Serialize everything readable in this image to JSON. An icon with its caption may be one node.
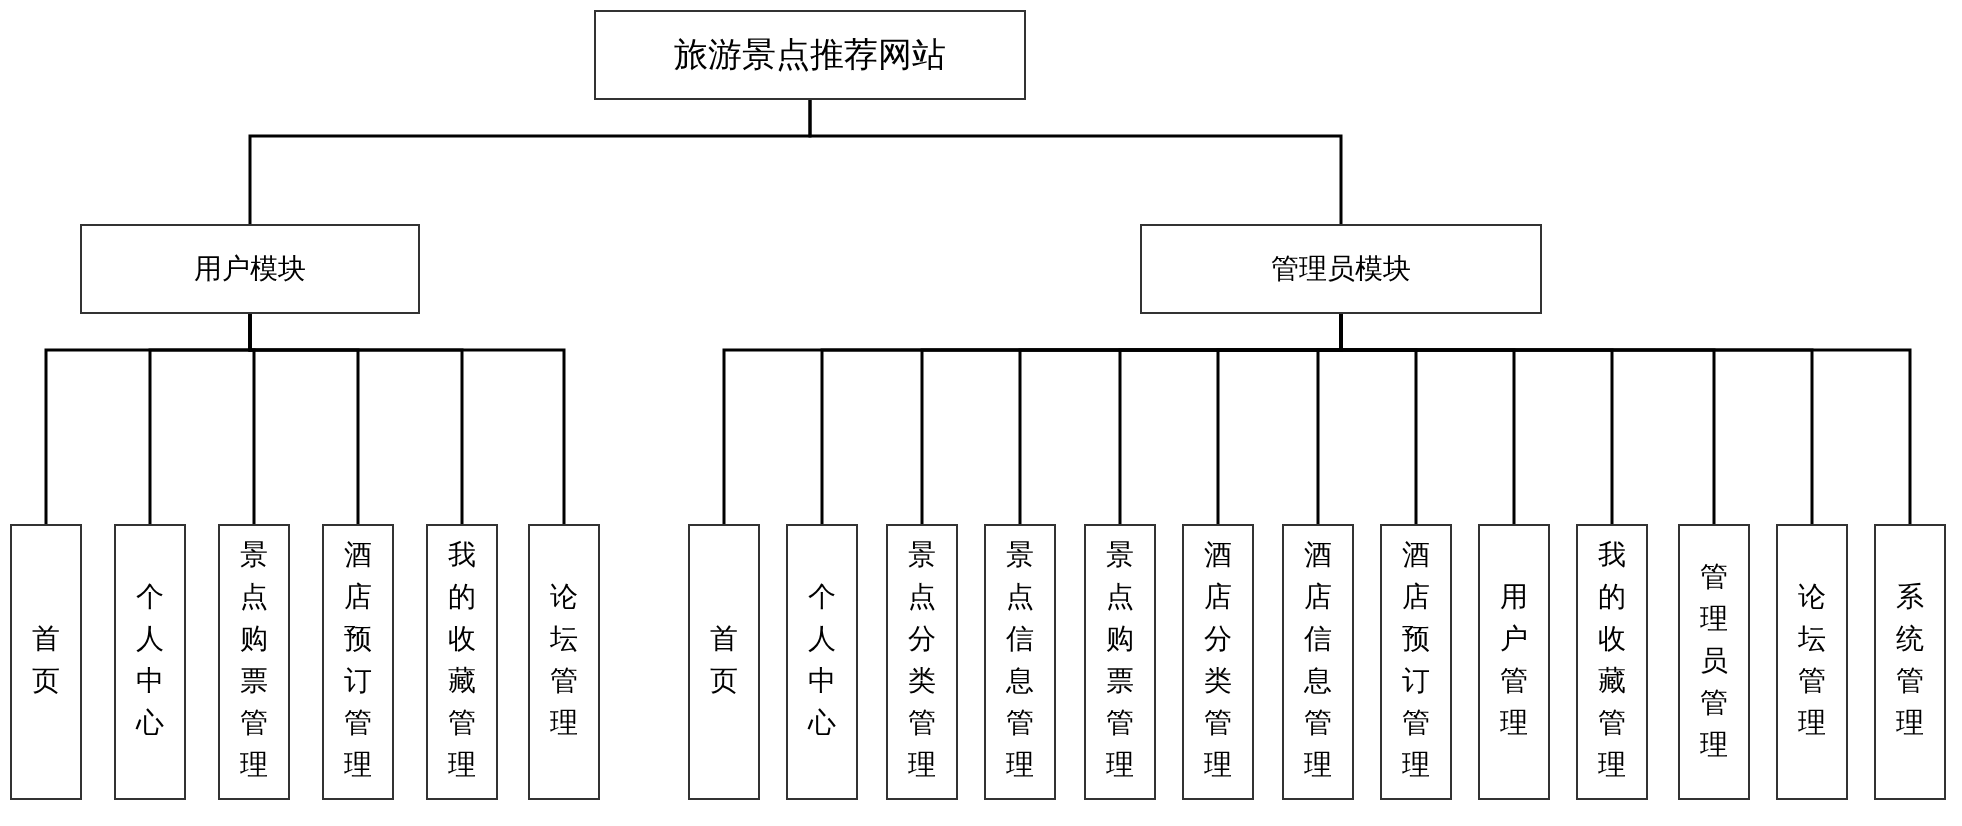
{
  "diagram": {
    "nodes": [
      {
        "text": [
          "旅游景点推荐网站"
        ]
      },
      {
        "text": [
          "用户模块"
        ]
      },
      {
        "text": [
          "管理员模块"
        ]
      },
      {
        "text": [
          "首页"
        ]
      },
      {
        "text": [
          "个人中心"
        ]
      },
      {
        "text": [
          "景点购票管理"
        ]
      },
      {
        "text": [
          "酒店预订管理"
        ]
      },
      {
        "text": [
          "我的收藏管理"
        ]
      },
      {
        "text": [
          "论坛管理"
        ]
      },
      {
        "text": [
          "首页"
        ]
      },
      {
        "text": [
          "个人中心"
        ]
      },
      {
        "text": [
          "景点分类管理"
        ]
      },
      {
        "text": [
          "景点信息管理"
        ]
      },
      {
        "text": [
          "景点购票管理"
        ]
      },
      {
        "text": [
          "酒店分类管理"
        ]
      },
      {
        "text": [
          "酒店信息管理"
        ]
      },
      {
        "text": [
          "酒店预订管理"
        ]
      },
      {
        "text": [
          "用户管理"
        ]
      },
      {
        "text": [
          "我的收藏管理"
        ]
      },
      {
        "text": [
          "管理员管理"
        ]
      },
      {
        "text": [
          "论坛管理"
        ]
      },
      {
        "text": [
          "系统管理"
        ]
      }
    ],
    "edges": [
      {
        "from": 0,
        "to": 1,
        "arrow": "none"
      },
      {
        "from": 0,
        "to": 2,
        "arrow": "none"
      },
      {
        "from": 1,
        "to": 3,
        "arrow": "none"
      },
      {
        "from": 1,
        "to": 4,
        "arrow": "none"
      },
      {
        "from": 1,
        "to": 5,
        "arrow": "none"
      },
      {
        "from": 1,
        "to": 6,
        "arrow": "none"
      },
      {
        "from": 1,
        "to": 7,
        "arrow": "none"
      },
      {
        "from": 1,
        "to": 8,
        "arrow": "none"
      },
      {
        "from": 2,
        "to": 9,
        "arrow": "none"
      },
      {
        "from": 2,
        "to": 10,
        "arrow": "none"
      },
      {
        "from": 2,
        "to": 11,
        "arrow": "none"
      },
      {
        "from": 2,
        "to": 12,
        "arrow": "none"
      },
      {
        "from": 2,
        "to": 13,
        "arrow": "none"
      },
      {
        "from": 2,
        "to": 14,
        "arrow": "none"
      },
      {
        "from": 2,
        "to": 15,
        "arrow": "none"
      },
      {
        "from": 2,
        "to": 16,
        "arrow": "none"
      },
      {
        "from": 2,
        "to": 17,
        "arrow": "none"
      },
      {
        "from": 2,
        "to": 18,
        "arrow": "none"
      },
      {
        "from": 2,
        "to": 19,
        "arrow": "none"
      },
      {
        "from": 2,
        "to": 20,
        "arrow": "none"
      },
      {
        "from": 2,
        "to": 21,
        "arrow": "none"
      }
    ]
  }
}
